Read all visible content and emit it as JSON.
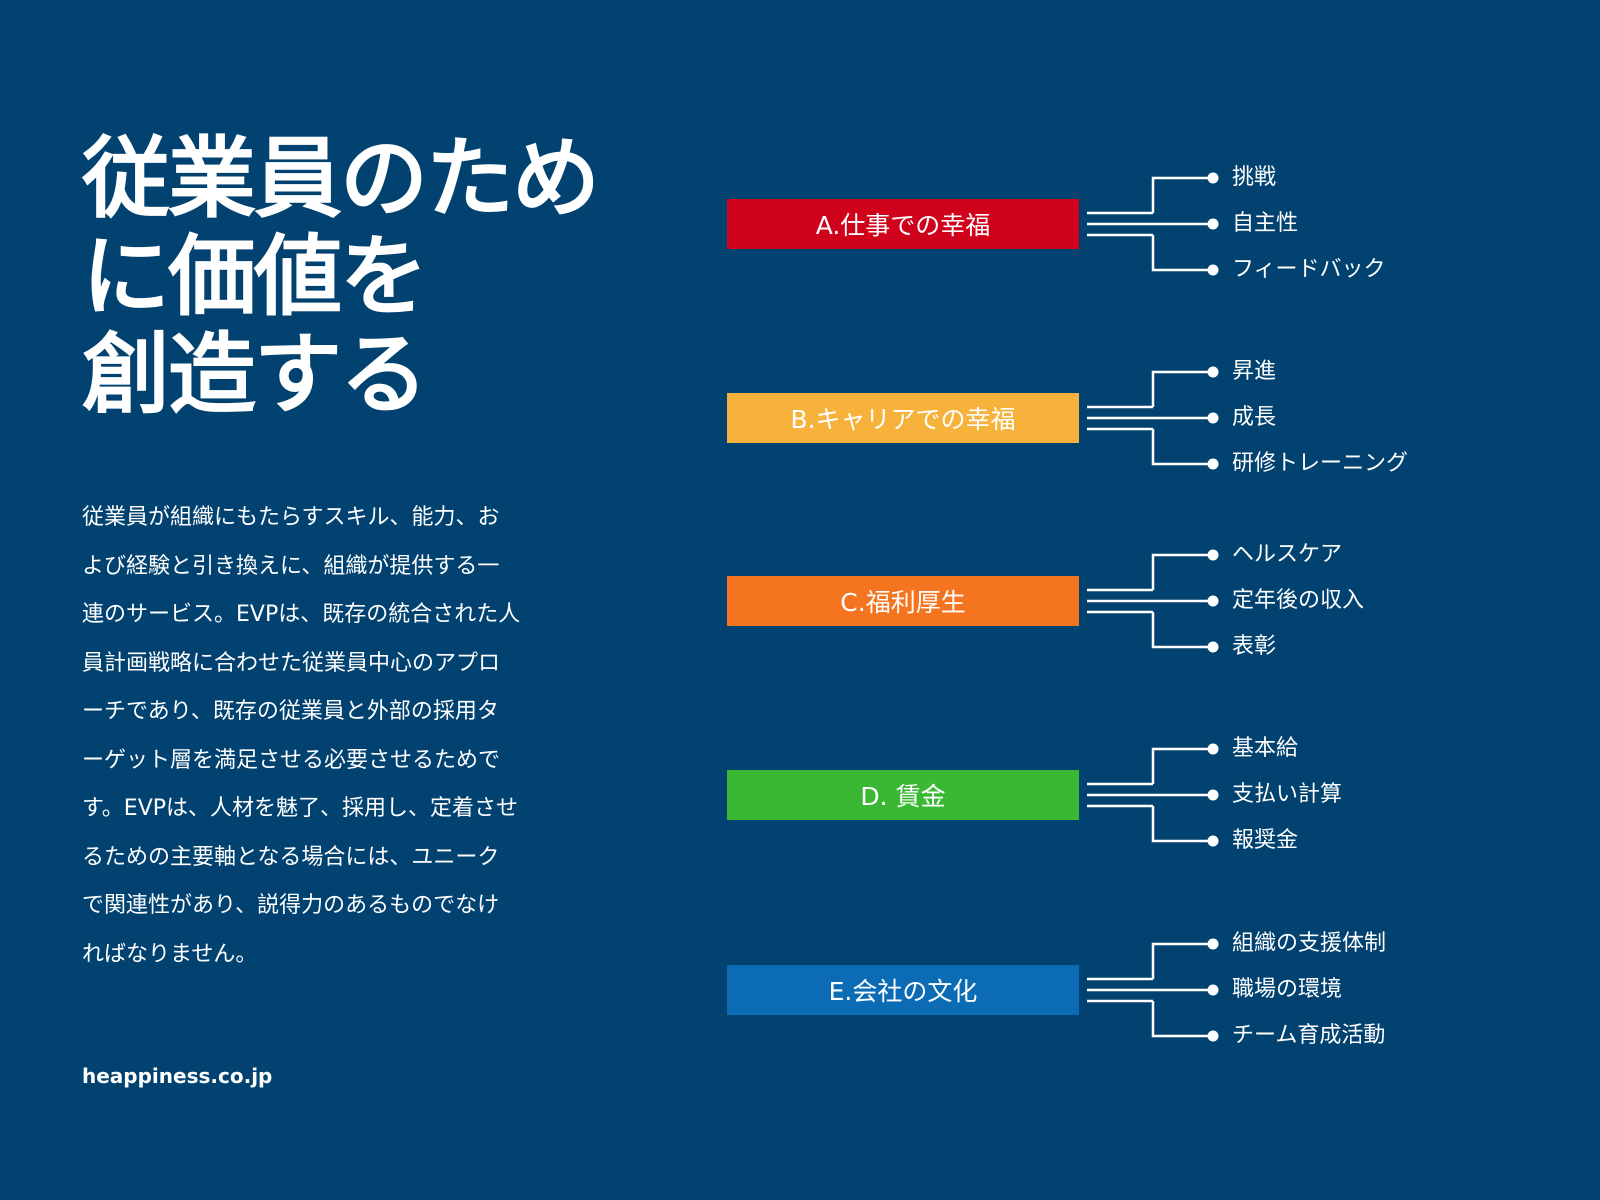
{
  "title": {
    "lines": [
      "従業員のため",
      "に価値を",
      "創造する"
    ]
  },
  "description": {
    "lines": [
      "従業員が組織にもたらすスキル、能力、お",
      "よび経験と引き換えに、組織が提供する一",
      "連のサービス。EVPは、既存の統合された人",
      "員計画戦略に合わせた従業員中心のアプロ",
      "ーチであり、既存の従業員と外部の採用タ",
      "ーゲット層を満足させる必要させるためで",
      "す。EVPは、人材を魅了、採用し、定着させ",
      "るための主要軸となる場合には、ユニーク",
      "で関連性があり、説得力のあるものでなけ",
      "ればなりません。"
    ]
  },
  "footer": {
    "website": "heappiness.co.jp"
  },
  "categories": [
    {
      "label": "A.仕事での幸福",
      "color": "#D0021B",
      "items": [
        "挑戦",
        "自主性",
        "フィードバック"
      ]
    },
    {
      "label": "B.キャリアでの幸福",
      "color": "#F7B23B",
      "items": [
        "昇進",
        "成長",
        "研修トレーニング"
      ]
    },
    {
      "label": "C.福利厚生",
      "color": "#F5741F",
      "items": [
        "ヘルスケア",
        "定年後の収入",
        "表彰"
      ]
    },
    {
      "label": "D. 賃金",
      "color": "#3AB833",
      "items": [
        "基本給",
        "支払い計算",
        "報奨金"
      ]
    },
    {
      "label": "E.会社の文化",
      "color": "#0B6BB5",
      "items": [
        "組織の支援体制",
        "職場の環境",
        "チーム育成活動"
      ]
    }
  ]
}
